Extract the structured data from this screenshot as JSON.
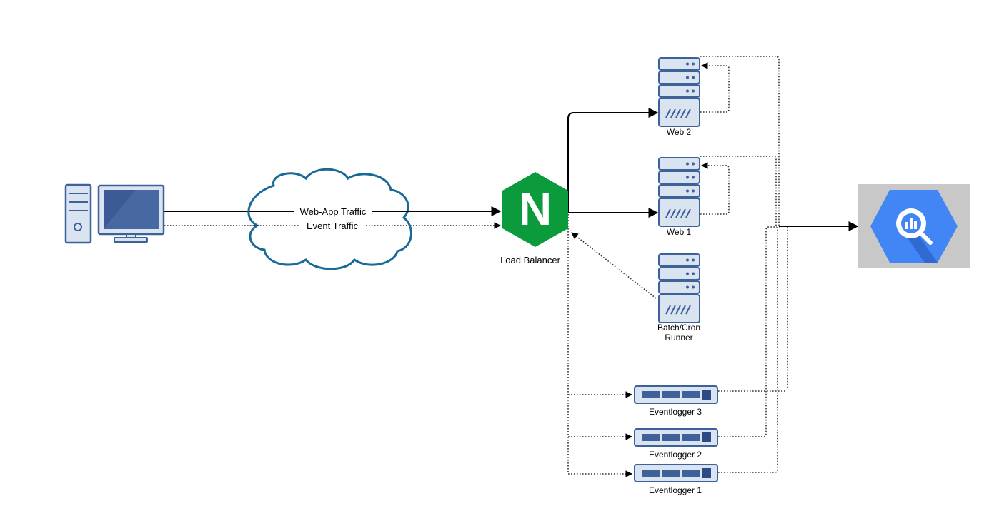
{
  "nodes": {
    "client": {
      "icon": "desktop-computer-icon"
    },
    "internet": {
      "icon": "cloud-icon",
      "traffic": [
        "Web-App Traffic",
        "Event Traffic"
      ]
    },
    "load_balancer": {
      "label": "Load Balancer",
      "icon": "nginx-icon",
      "logo_letter": "N"
    },
    "web2": {
      "label": "Web 2",
      "icon": "server-rack-icon"
    },
    "web1": {
      "label": "Web 1",
      "icon": "server-rack-icon"
    },
    "batch": {
      "label_lines": [
        "Batch/Cron",
        "Runner"
      ],
      "icon": "server-rack-icon"
    },
    "eventloggers": [
      {
        "label": "Eventlogger 3",
        "icon": "rack-server-icon"
      },
      {
        "label": "Eventlogger 2",
        "icon": "rack-server-icon"
      },
      {
        "label": "Eventlogger 1",
        "icon": "rack-server-icon"
      }
    ],
    "bigquery": {
      "icon": "bigquery-icon"
    }
  },
  "colors": {
    "device_stroke": "#3d6199",
    "device_fill": "#dae4f1",
    "screen": "#3c5a96",
    "cloud_stroke": "#1a6a96",
    "nginx": "#0c9b3c",
    "bigquery_bg": "#c8c8c8",
    "bigquery_hex": "#4285f4"
  }
}
